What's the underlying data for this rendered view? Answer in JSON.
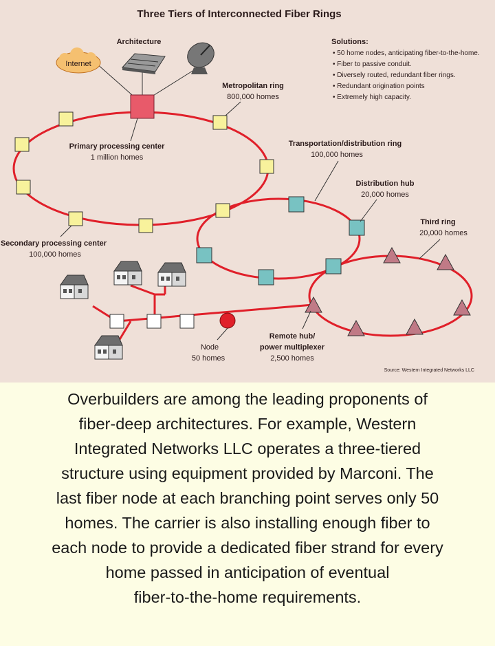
{
  "diagram": {
    "title": "Three Tiers of Interconnected Fiber Rings",
    "labels": {
      "architecture": "Architecture",
      "internet": "Internet",
      "metro_ring": "Metropolitan ring",
      "metro_homes": "800,000 homes",
      "primary_center": "Primary processing center",
      "primary_homes": "1 million homes",
      "transport_ring": "Transportation/distribution ring",
      "transport_homes": "100,000 homes",
      "dist_hub": "Distribution hub",
      "dist_homes": "20,000 homes",
      "third_ring": "Third ring",
      "third_homes": "20,000 homes",
      "secondary_center": "Secondary processing center",
      "secondary_homes": "100,000 homes",
      "node": "Node",
      "node_homes": "50 homes",
      "remote_hub": "Remote hub/",
      "remote_hub_2": "power multiplexer",
      "remote_homes": "2,500 homes",
      "source": "Source: Western Integrated Networks LLC"
    },
    "solutions_title": "Solutions:",
    "solutions": [
      "50 home nodes, anticipating fiber-to-the-home.",
      "Fiber to passive conduit.",
      "Diversely routed, redundant fiber rings.",
      "Redundant origination points",
      "Extremely high capacity."
    ]
  },
  "colors": {
    "ring": "#e0202a",
    "metro_node": "#f8f29c",
    "primary_center": "#e85a6a",
    "transport_node": "#78c2c2",
    "third_node": "#c07a86",
    "background": "#efe0d8",
    "caption_bg": "#fdfde4"
  },
  "caption": {
    "lines": [
      "Overbuilders are among the leading proponents of",
      "fiber-deep architectures. For example, Western",
      "Integrated Networks LLC operates a three-tiered",
      "structure using equipment provided by Marconi. The",
      "last fiber node at each branching point serves only 50",
      "homes. The carrier is also installing enough fiber to",
      "each node to provide a dedicated fiber strand for every",
      "home passed in anticipation of eventual",
      "fiber-to-the-home requirements."
    ]
  }
}
